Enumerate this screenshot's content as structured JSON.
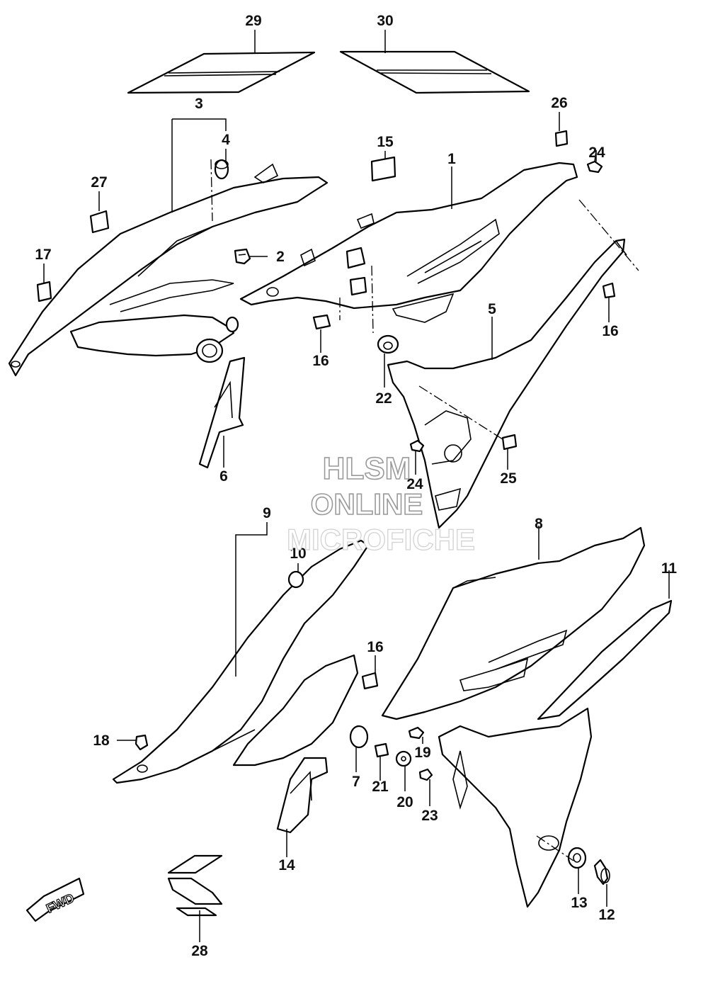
{
  "watermark": {
    "line1": "HLSM",
    "line2": "ONLINE",
    "line3": "MICROFICHE"
  },
  "direction_badge": "FWD",
  "callouts": [
    {
      "id": "c1",
      "label": "1"
    },
    {
      "id": "c2",
      "label": "2"
    },
    {
      "id": "c3",
      "label": "3"
    },
    {
      "id": "c4",
      "label": "4"
    },
    {
      "id": "c5",
      "label": "5"
    },
    {
      "id": "c6",
      "label": "6"
    },
    {
      "id": "c7",
      "label": "7"
    },
    {
      "id": "c8",
      "label": "8"
    },
    {
      "id": "c9",
      "label": "9"
    },
    {
      "id": "c10",
      "label": "10"
    },
    {
      "id": "c11",
      "label": "11"
    },
    {
      "id": "c12",
      "label": "12"
    },
    {
      "id": "c13",
      "label": "13"
    },
    {
      "id": "c14",
      "label": "14"
    },
    {
      "id": "c15",
      "label": "15"
    },
    {
      "id": "c16a",
      "label": "16"
    },
    {
      "id": "c16b",
      "label": "16"
    },
    {
      "id": "c16c",
      "label": "16"
    },
    {
      "id": "c17",
      "label": "17"
    },
    {
      "id": "c18",
      "label": "18"
    },
    {
      "id": "c19",
      "label": "19"
    },
    {
      "id": "c20",
      "label": "20"
    },
    {
      "id": "c21",
      "label": "21"
    },
    {
      "id": "c22",
      "label": "22"
    },
    {
      "id": "c23",
      "label": "23"
    },
    {
      "id": "c24a",
      "label": "24"
    },
    {
      "id": "c24b",
      "label": "24"
    },
    {
      "id": "c25",
      "label": "25"
    },
    {
      "id": "c26",
      "label": "26"
    },
    {
      "id": "c27",
      "label": "27"
    },
    {
      "id": "c28",
      "label": "28"
    },
    {
      "id": "c29",
      "label": "29"
    },
    {
      "id": "c30",
      "label": "30"
    }
  ]
}
